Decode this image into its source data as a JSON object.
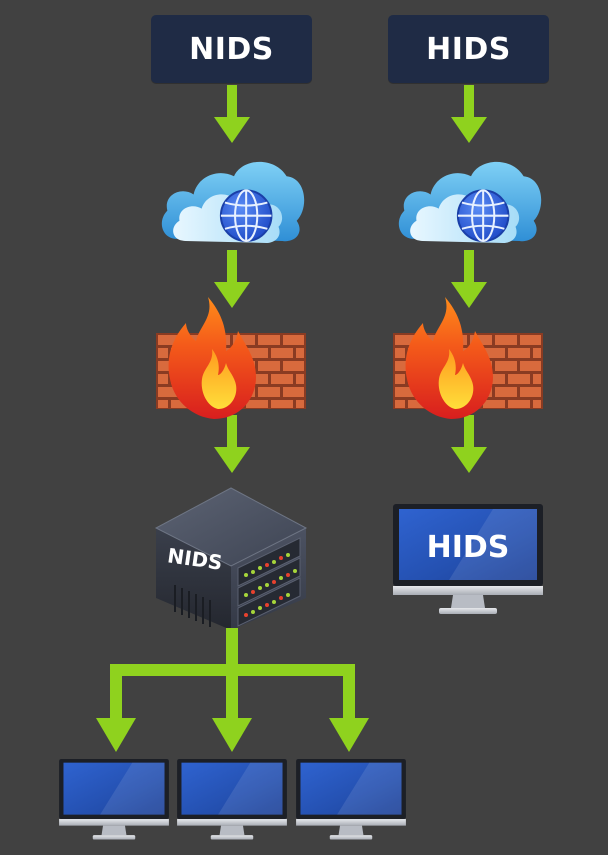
{
  "left": {
    "title": "NIDS",
    "server_label": "NIDS"
  },
  "right": {
    "title": "HIDS",
    "monitor_label": "HIDS"
  },
  "icons": {
    "cloud": "cloud-globe-icon",
    "firewall": "firewall-icon",
    "server": "server-icon",
    "monitor": "monitor-icon"
  },
  "colors": {
    "background": "#414141",
    "title_box": "#1f2b45",
    "arrow": "#8fd21e",
    "cloud": "#4aaee6",
    "globe": "#2a5bd8",
    "brick": "#d86a3d",
    "flame": "#f05a1e",
    "screen": "#2a56b8"
  }
}
